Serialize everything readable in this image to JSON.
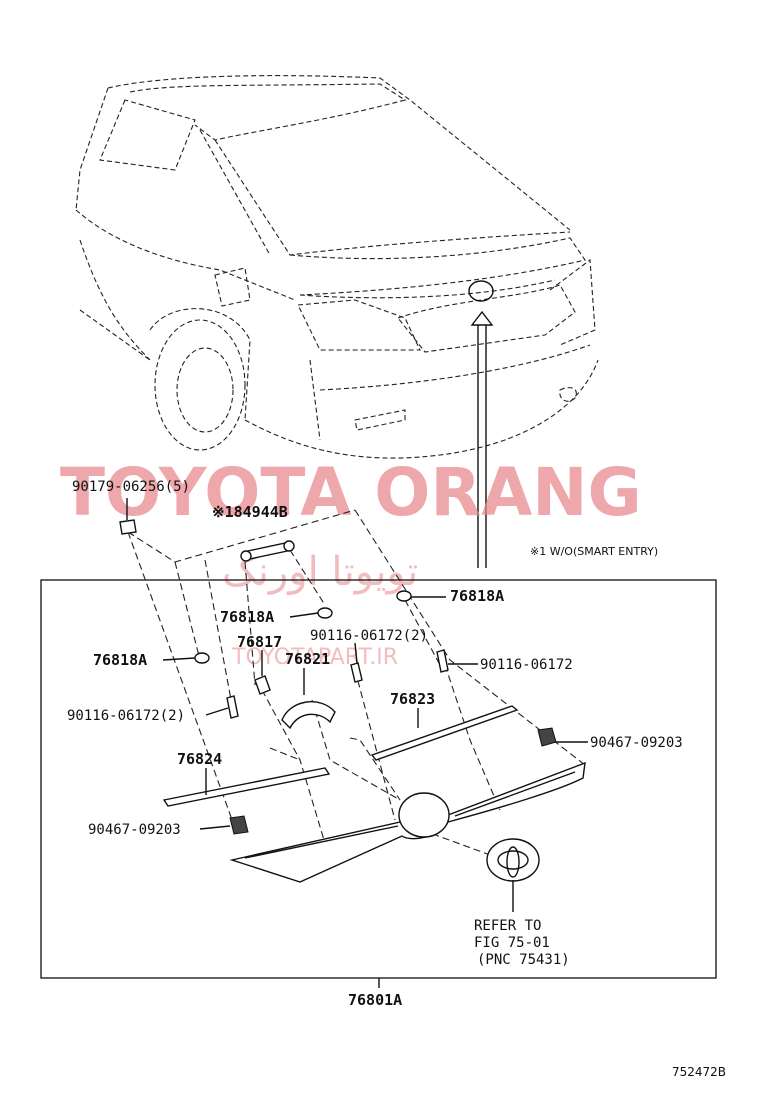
{
  "watermark": {
    "brand": "TOYOTA ORANG",
    "arabic": "تویوتا اورنگ",
    "site": "TOYOTAPART.IR"
  },
  "note": "※1 W/O(SMART ENTRY)",
  "parts": {
    "p90179": "90179-06256(5)",
    "p84944b": "※184944B",
    "p76818a_right": "76818A",
    "p76818a_mid": "76818A",
    "p76817": "76817",
    "p90116_pair_top": "90116-06172(2)",
    "p76821": "76821",
    "p90116_right": "90116-06172",
    "p76818a_left": "76818A",
    "p90116_pair_left": "90116-06172(2)",
    "p76823": "76823",
    "p90467_right": "90467-09203",
    "p76824": "76824",
    "p90467_left": "90467-09203",
    "assembly": "76801A"
  },
  "refer": {
    "line1": "REFER TO",
    "line2": "FIG 75-01",
    "line3": "(PNC 75431)"
  },
  "figure_id": "752472B"
}
